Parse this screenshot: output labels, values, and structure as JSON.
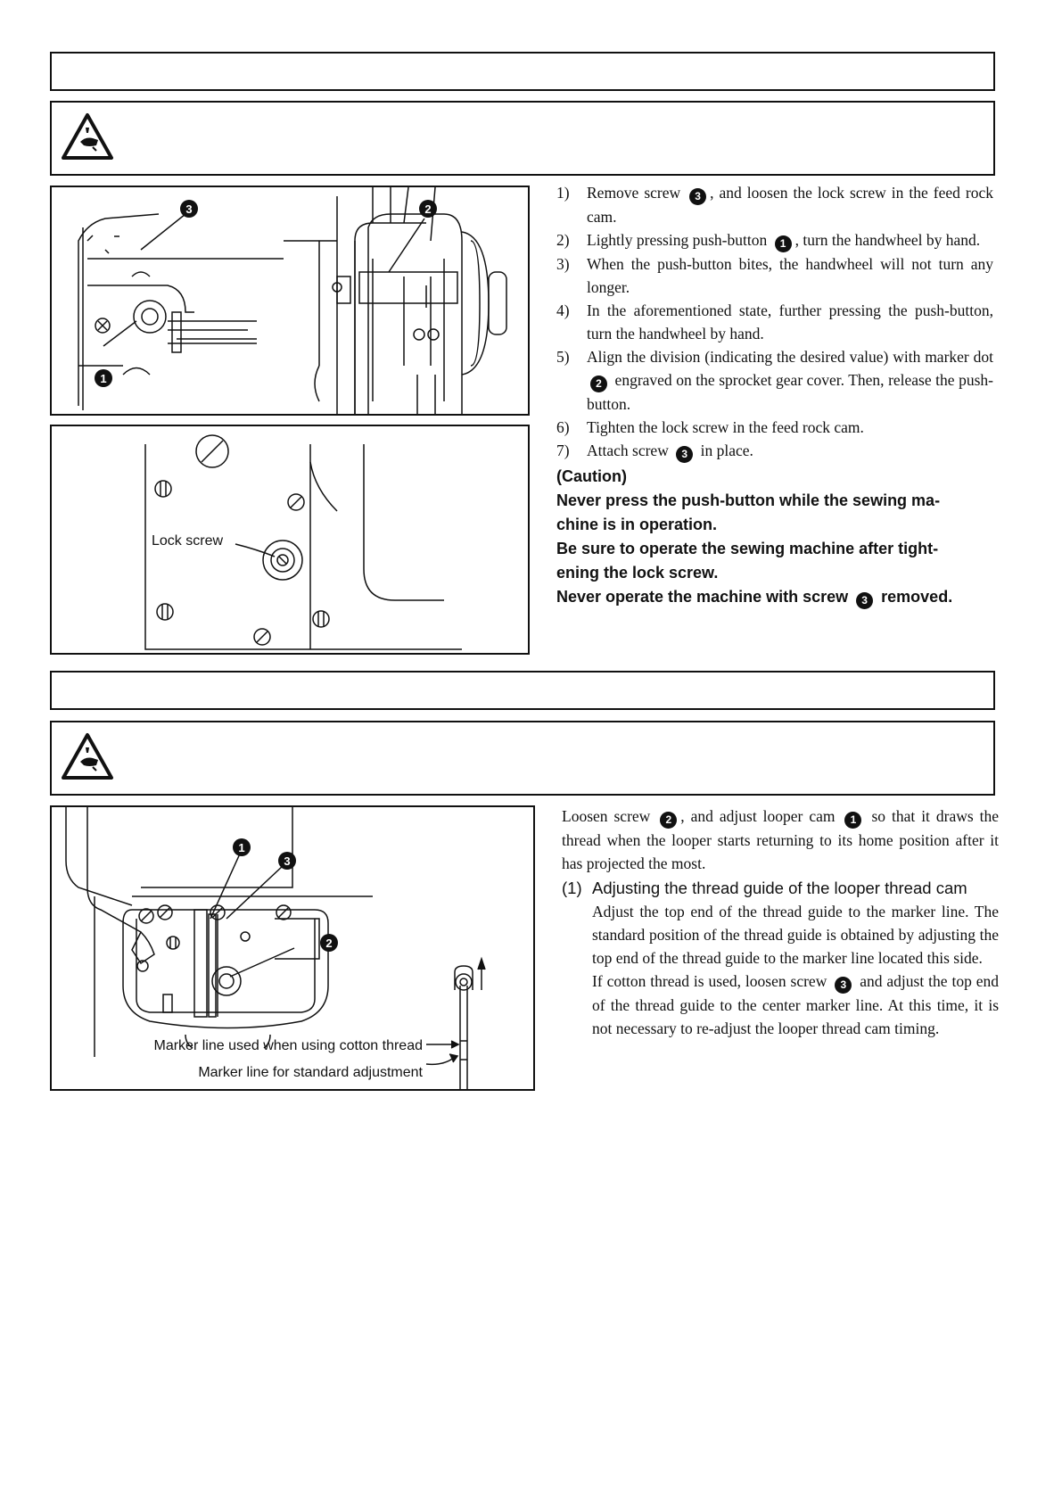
{
  "section1": {
    "steps": [
      {
        "num": "1)",
        "parts": [
          "Remove screw",
          "3",
          ", and loosen the lock screw in the feed rock cam."
        ]
      },
      {
        "num": "2)",
        "parts": [
          "Lightly pressing push-button",
          "1",
          ", turn the handwheel by hand."
        ]
      },
      {
        "num": "3)",
        "parts": [
          "When the push-button bites, the handwheel will not turn any longer."
        ]
      },
      {
        "num": "4)",
        "parts": [
          "In the aforementioned state, further pressing the push-button, turn the handwheel by hand."
        ]
      },
      {
        "num": "5)",
        "parts": [
          "Align the division (indicating the desired value) with marker dot",
          "2",
          "engraved on the sprocket gear cover. Then, release the push-button."
        ]
      },
      {
        "num": "6)",
        "parts": [
          "Tighten the lock screw in the feed rock cam."
        ]
      },
      {
        "num": "7)",
        "parts": [
          "Attach screw",
          "3",
          "in place."
        ]
      }
    ],
    "caution": {
      "title": "(Caution)",
      "line1": "Never press the push-button while the sewing ma-",
      "line2": "chine is in operation.",
      "line3": "Be sure to operate the sewing machine after tight-",
      "line4": "ening the lock screw.",
      "line5_a": "Never operate the machine with screw",
      "line5_num": "3",
      "line5_b": "removed."
    },
    "figure_top": {
      "callout_1": "1",
      "callout_2": "2",
      "callout_3": "3"
    },
    "figure_bottom": {
      "lock_screw_label": "Lock screw"
    }
  },
  "section2": {
    "intro": {
      "a": "Loosen screw",
      "num_a": "2",
      "b": ", and adjust looper cam",
      "num_b": "1",
      "c": "so that it draws the thread when the looper starts returning to its home position after it has projected the most."
    },
    "heading_num": "(1)",
    "heading_text": "Adjusting the thread guide of the looper thread cam",
    "body": {
      "p1": "Adjust the top end of the thread guide to the marker line. The standard position of the thread guide is obtained by adjusting the top end of the thread guide to the marker line located this side.",
      "p2_a": "If cotton thread is used, loosen screw",
      "p2_num": "3",
      "p2_b": "and adjust the top end of the thread guide to the center marker line.  At this time, it is not necessary to re-adjust the looper thread cam timing."
    },
    "figure": {
      "callout_1": "1",
      "callout_2": "2",
      "callout_3": "3",
      "marker_cotton": "Marker line used when using cotton thread",
      "marker_standard": "Marker line for standard adjustment"
    }
  }
}
